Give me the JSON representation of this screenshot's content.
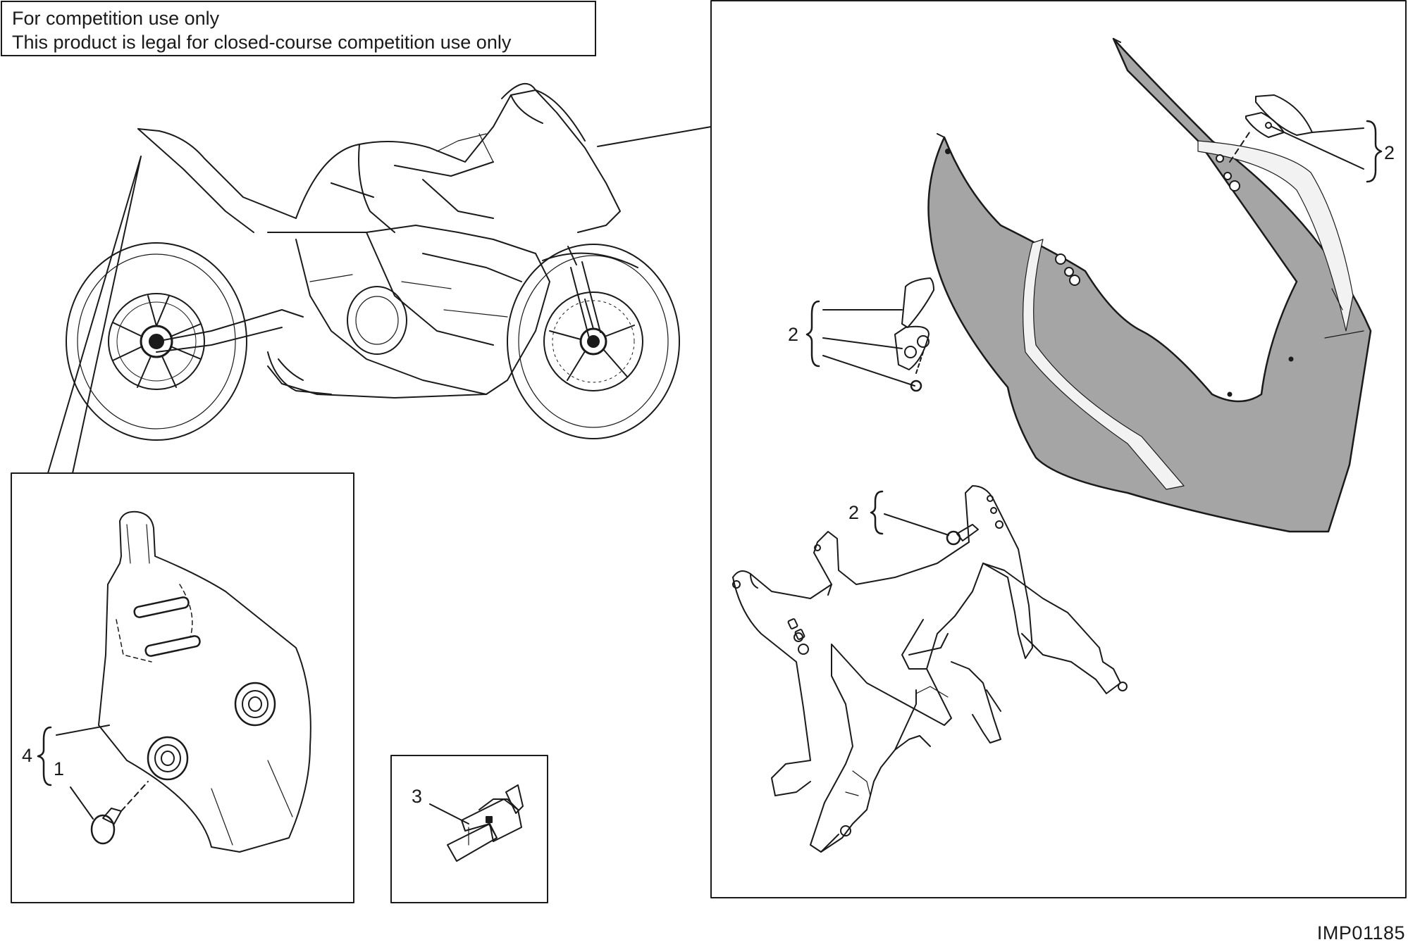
{
  "notice": {
    "line1": "For competition use only",
    "line2": "This product is legal for closed-course competition use only"
  },
  "callouts": {
    "windscreen_screws": "2",
    "mirror_plates": "2",
    "fairing_screw": "2",
    "exhaust_kit": "4",
    "exhaust_screw": "1",
    "switch": "3"
  },
  "reference_code": "IMP01185",
  "colors": {
    "line": "#1a1a1a",
    "fairing_fill": "#a5a5a5",
    "stripe": "#f2f2f2"
  }
}
